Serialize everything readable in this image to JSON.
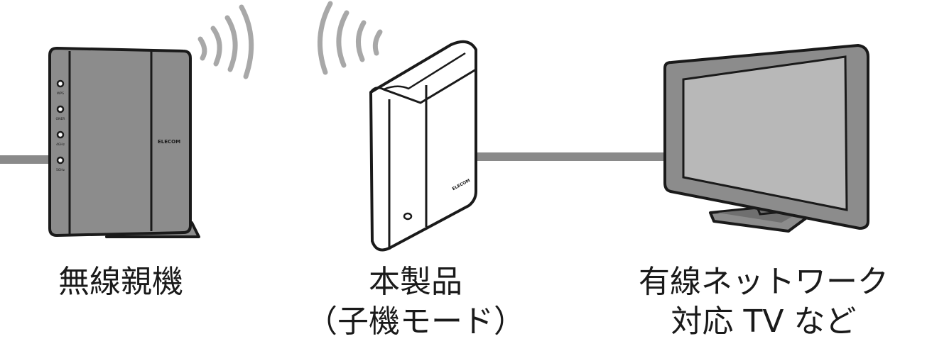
{
  "devices": {
    "router": {
      "brand": "ELECOM",
      "led_labels": [
        "WPS",
        "ONER",
        "4GHz",
        "5GHz"
      ],
      "label": "無線親機"
    },
    "product": {
      "brand": "ELECOM",
      "label_line1": "本製品",
      "label_line2": "（子機モード）"
    },
    "tv": {
      "label_line1": "有線ネットワーク",
      "label_line2": "対応 TV など"
    }
  },
  "colors": {
    "outline": "#1a1a1a",
    "body_gray": "#8c8c8c",
    "screen_gray": "#b8b8b8",
    "cable_gray": "#8a8a8a",
    "wave_gray": "#a8a8a8",
    "white": "#ffffff"
  }
}
